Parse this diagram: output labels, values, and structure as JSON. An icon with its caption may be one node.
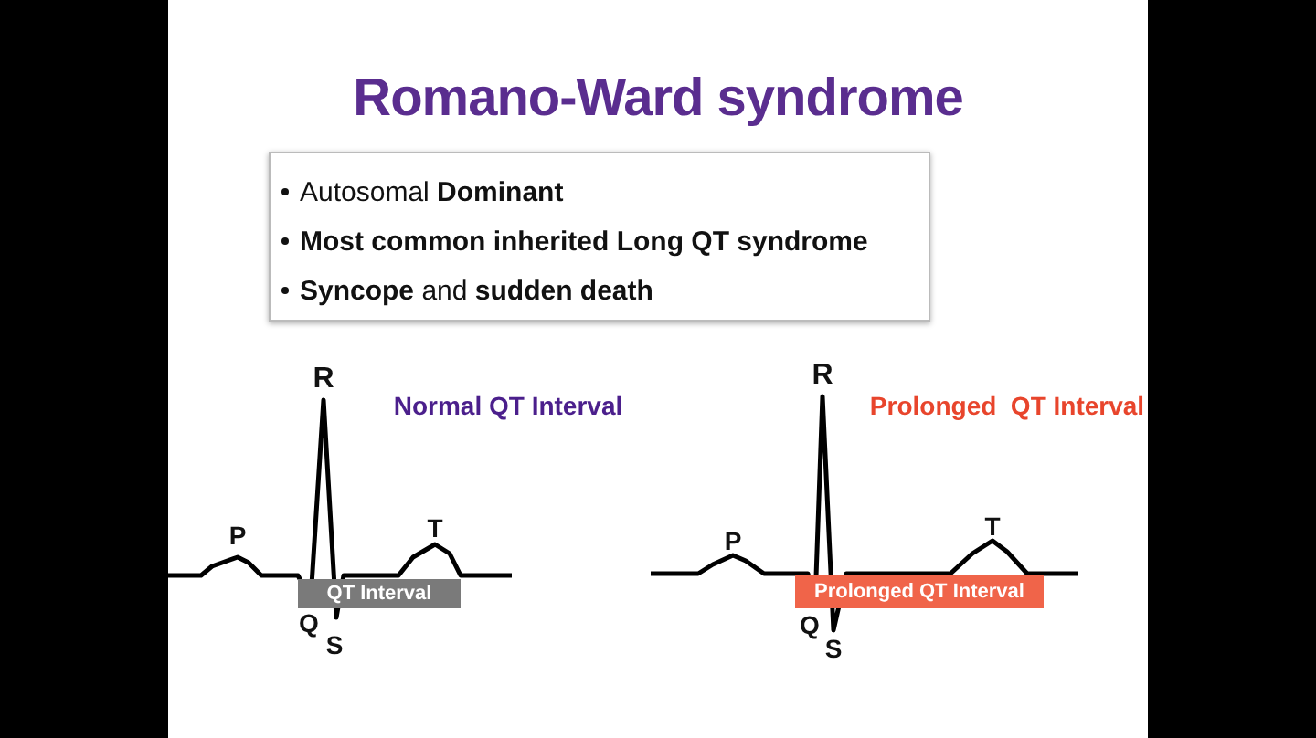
{
  "diagram": {
    "title": "Romano-Ward syndrome",
    "nodes": [
      {
        "text": [
          "Autosomal **Dominant**",
          "**Most common inherited Long QT syndrome**",
          "**Syncope** and **sudden death**"
        ]
      },
      {
        "text": [
          "QT Interval"
        ]
      },
      {
        "text": [
          "Prolonged QT Interval"
        ]
      }
    ],
    "labels": [
      "R",
      "Normal QT Interval",
      "P",
      "T",
      "Q",
      "S",
      "R",
      "Prolonged  QT Interval",
      "P",
      "T",
      "Q",
      "S"
    ]
  }
}
